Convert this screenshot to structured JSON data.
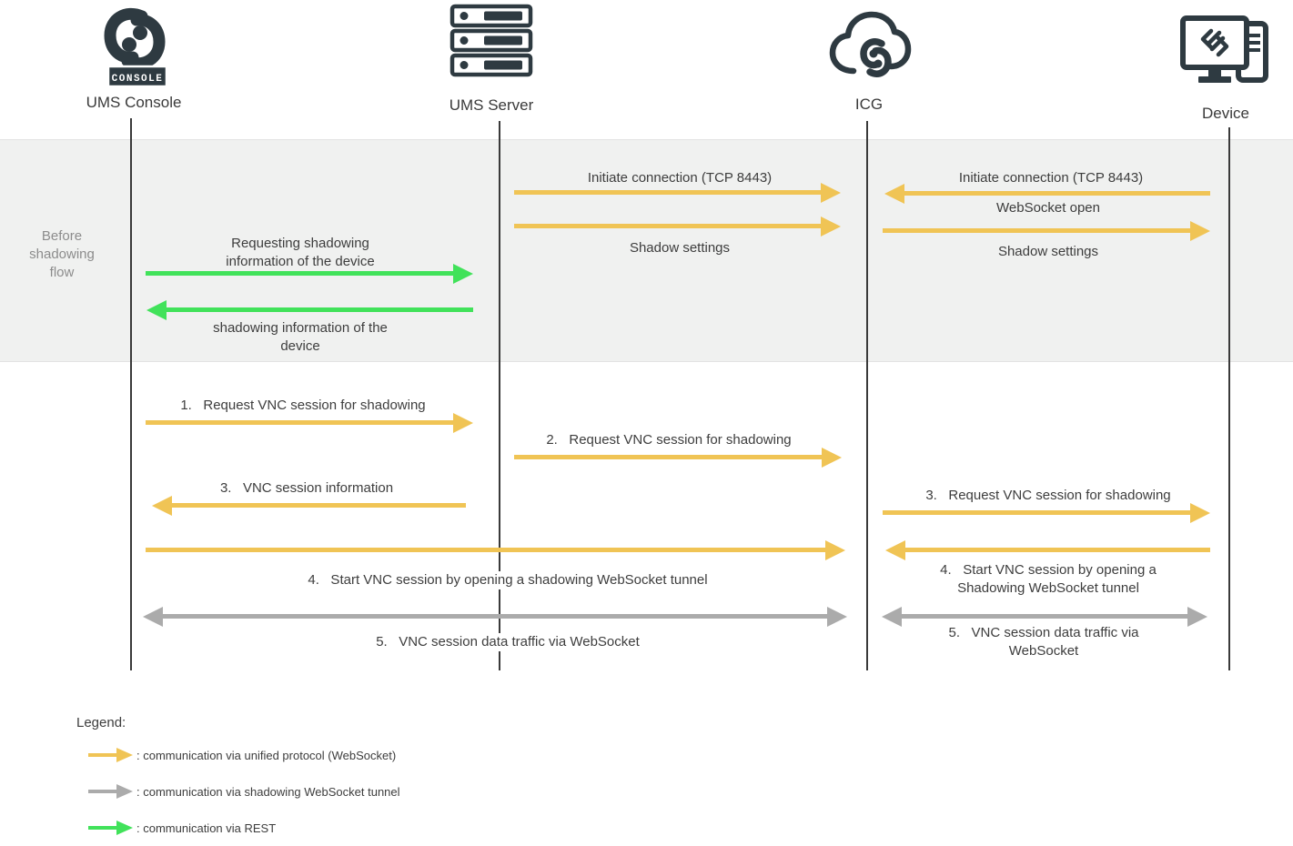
{
  "actors": {
    "console": "UMS Console",
    "server": "UMS Server",
    "icg": "ICG",
    "device": "Device"
  },
  "console_badge": "CONSOLE",
  "phase_label": "Before\nshadowing\nflow",
  "before": {
    "init_server_icg": "Initiate connection (TCP 8443)",
    "shadow_server_icg": "Shadow settings",
    "init_device_icg": "Initiate connection (TCP 8443)",
    "websocket_open": "WebSocket open",
    "shadow_icg_device": "Shadow settings",
    "request_info": "Requesting shadowing\ninformation of the device",
    "response_info": "shadowing information of the\ndevice"
  },
  "session": {
    "step1": "1.   Request VNC session for shadowing",
    "step2": "2.   Request VNC session for shadowing",
    "step3_info": "3.   VNC session information",
    "step3_device": "3.   Request VNC session for shadowing",
    "step4_tunnel": "4.   Start VNC session by opening a shadowing WebSocket tunnel",
    "step4_device": "4.   Start VNC session by opening a\nShadowing WebSocket tunnel",
    "step5_traffic": "5.   VNC session data traffic via WebSocket",
    "step5_device": "5.   VNC session data traffic via\nWebSocket"
  },
  "legend": {
    "title": "Legend:",
    "unified": ": communication via unified protocol (WebSocket)",
    "tunnel": ": communication via shadowing WebSocket tunnel",
    "rest": ": communication via REST"
  },
  "colors": {
    "unified_protocol": "#F0C455",
    "websocket_tunnel": "#ABABAB",
    "rest": "#41E25A",
    "icon_dark": "#2E3A41"
  }
}
